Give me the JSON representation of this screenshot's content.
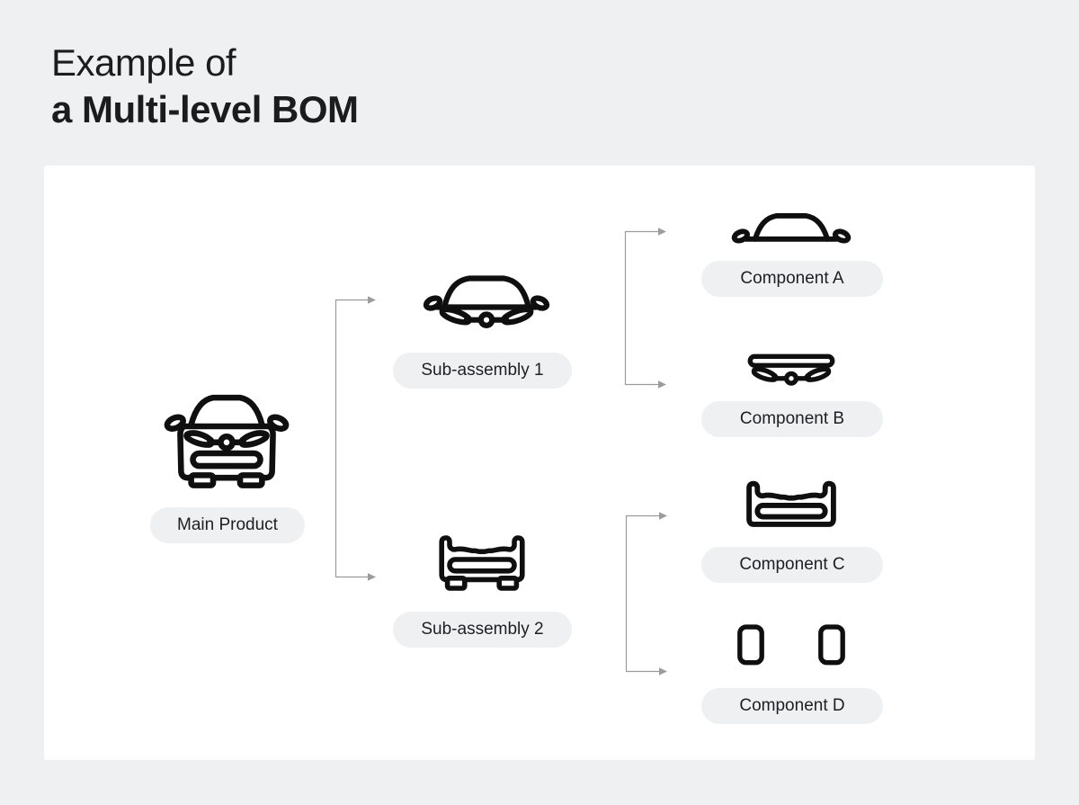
{
  "title": {
    "line1": "Example of",
    "line2": "a Multi-level BOM"
  },
  "diagram": {
    "nodes": {
      "main_product": {
        "label": "Main Product",
        "icon": "car-front-icon",
        "level": 0
      },
      "sub_assembly_1": {
        "label": "Sub-assembly 1",
        "icon": "car-upper-body-icon",
        "level": 1
      },
      "sub_assembly_2": {
        "label": "Sub-assembly 2",
        "icon": "car-lower-body-icon",
        "level": 1
      },
      "component_a": {
        "label": "Component A",
        "icon": "car-roof-icon",
        "level": 2
      },
      "component_b": {
        "label": "Component B",
        "icon": "car-headlights-icon",
        "level": 2
      },
      "component_c": {
        "label": "Component C",
        "icon": "car-bumper-icon",
        "level": 2
      },
      "component_d": {
        "label": "Component D",
        "icon": "car-wheels-icon",
        "level": 2
      }
    },
    "edges": [
      {
        "from": "Main Product",
        "to": "Sub-assembly 1"
      },
      {
        "from": "Main Product",
        "to": "Sub-assembly 2"
      },
      {
        "from": "Sub-assembly 1",
        "to": "Component A"
      },
      {
        "from": "Sub-assembly 1",
        "to": "Component B"
      },
      {
        "from": "Sub-assembly 2",
        "to": "Component C"
      },
      {
        "from": "Sub-assembly 2",
        "to": "Component D"
      }
    ]
  },
  "colors": {
    "page_background": "#eff0f1",
    "card_background": "#ffffff",
    "pill_background": "#eef0f2",
    "text_color": "#1e1f24",
    "title_color": "#1c1c1e",
    "icon_stroke": "#0f0f10",
    "connector_color": "#9c9c9c"
  }
}
